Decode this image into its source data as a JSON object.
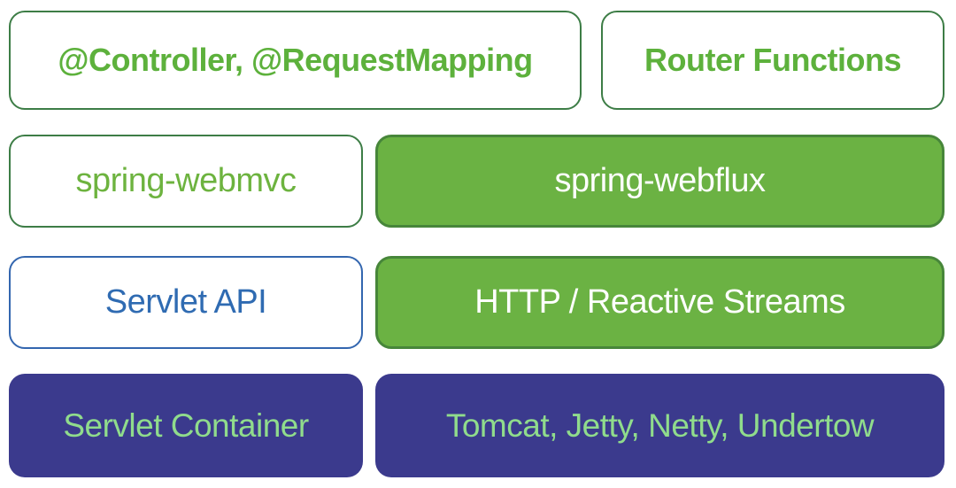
{
  "diagram": {
    "title_implied": "Spring MVC vs Spring WebFlux stack comparison",
    "colors": {
      "background": "#ffffff",
      "green_fill": "#6bb243",
      "green_fill_border": "#47863a",
      "outline_green_border": "#3d7d46",
      "green_text_bold": "#5db13c",
      "green_text": "#6db33f",
      "blue_border": "#3366af",
      "blue_text": "#2f6bb2",
      "indigo_fill": "#3b3a8d",
      "light_green_text": "#90dc8c",
      "white_text": "#ffffff"
    },
    "boxes": [
      {
        "id": "controller-requestmapping",
        "label": "@Controller, @RequestMapping",
        "row": 1,
        "column": "left",
        "style": "outline-green-bold"
      },
      {
        "id": "router-functions",
        "label": "Router Functions",
        "row": 1,
        "column": "right",
        "style": "outline-green-bold"
      },
      {
        "id": "spring-webmvc",
        "label": "spring-webmvc",
        "row": 2,
        "column": "left",
        "style": "outline-green"
      },
      {
        "id": "spring-webflux",
        "label": "spring-webflux",
        "row": 2,
        "column": "right",
        "style": "fill-green"
      },
      {
        "id": "servlet-api",
        "label": "Servlet API",
        "row": 3,
        "column": "left",
        "style": "outline-blue"
      },
      {
        "id": "http-reactive-streams",
        "label": "HTTP / Reactive Streams",
        "row": 3,
        "column": "right",
        "style": "fill-green"
      },
      {
        "id": "servlet-container",
        "label": "Servlet Container",
        "row": 4,
        "column": "left",
        "style": "fill-indigo"
      },
      {
        "id": "tomcat-jetty-netty-undertow",
        "label": "Tomcat, Jetty, Netty, Undertow",
        "row": 4,
        "column": "right",
        "style": "fill-indigo"
      }
    ]
  }
}
